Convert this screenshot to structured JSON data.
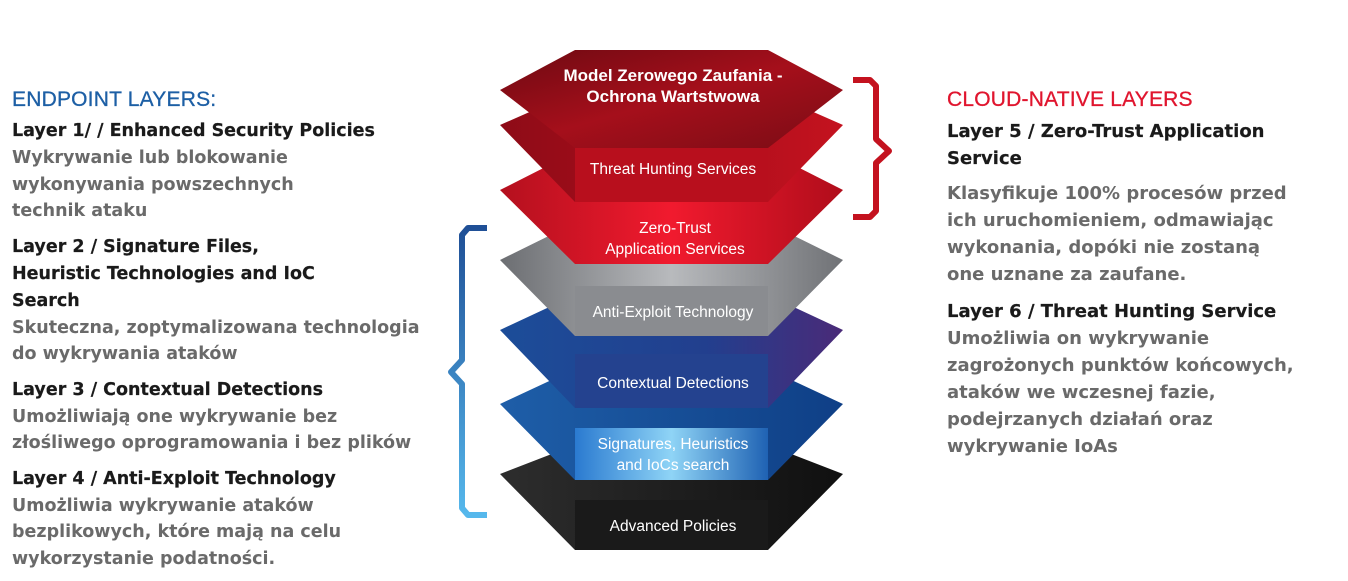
{
  "diagram": {
    "title": "Model Zerowego Zaufania - Ochrona Wartstwowa",
    "stack": [
      {
        "label": "Threat Hunting Services"
      },
      {
        "label": "Zero-Trust\nApplication Services"
      },
      {
        "label": "Anti-Exploit Technology"
      },
      {
        "label": "Contextual Detections"
      },
      {
        "label": "Signatures, Heuristics\nand IoCs search"
      },
      {
        "label": "Advanced Policies"
      }
    ]
  },
  "endpoint": {
    "heading": "ENDPOINT LAYERS:",
    "color": "#1d5fa5",
    "layers": [
      {
        "title": "Layer 1/ / Enhanced Security Policies",
        "desc": "Wykrywanie lub blokowanie wykonywania powszechnych technik ataku"
      },
      {
        "title": "Layer 2 / Signature Files, Heuristic Technologies and IoC Search",
        "desc": "Skuteczna, zoptymalizowana technologia do wykrywania ataków"
      },
      {
        "title": "Layer 3 / Contextual Detections",
        "desc": "Umożliwiają one wykrywanie bez złośliwego oprogramowania i bez plików"
      },
      {
        "title": "Layer 4 / Anti-Exploit Technology",
        "desc": "Umożliwia wykrywanie ataków bezplikowych, które mają na celu wykorzystanie podatności."
      }
    ]
  },
  "cloud": {
    "heading": "CLOUD-NATIVE LAYERS",
    "color": "#e0152e",
    "layers": [
      {
        "title": "Layer 5 / Zero-Trust Application Service",
        "desc": "Klasyfikuje 100% procesów przed ich uruchomieniem, odmawiając wykonania, dopóki nie zostaną one uznane za zaufane."
      },
      {
        "title": "Layer 6 / Threat Hunting Service",
        "desc": "Umożliwia on wykrywanie zagrożonych punktów końcowych, ataków we wczesnej fazie, podejrzanych działań oraz wykrywanie IoAs"
      }
    ]
  }
}
